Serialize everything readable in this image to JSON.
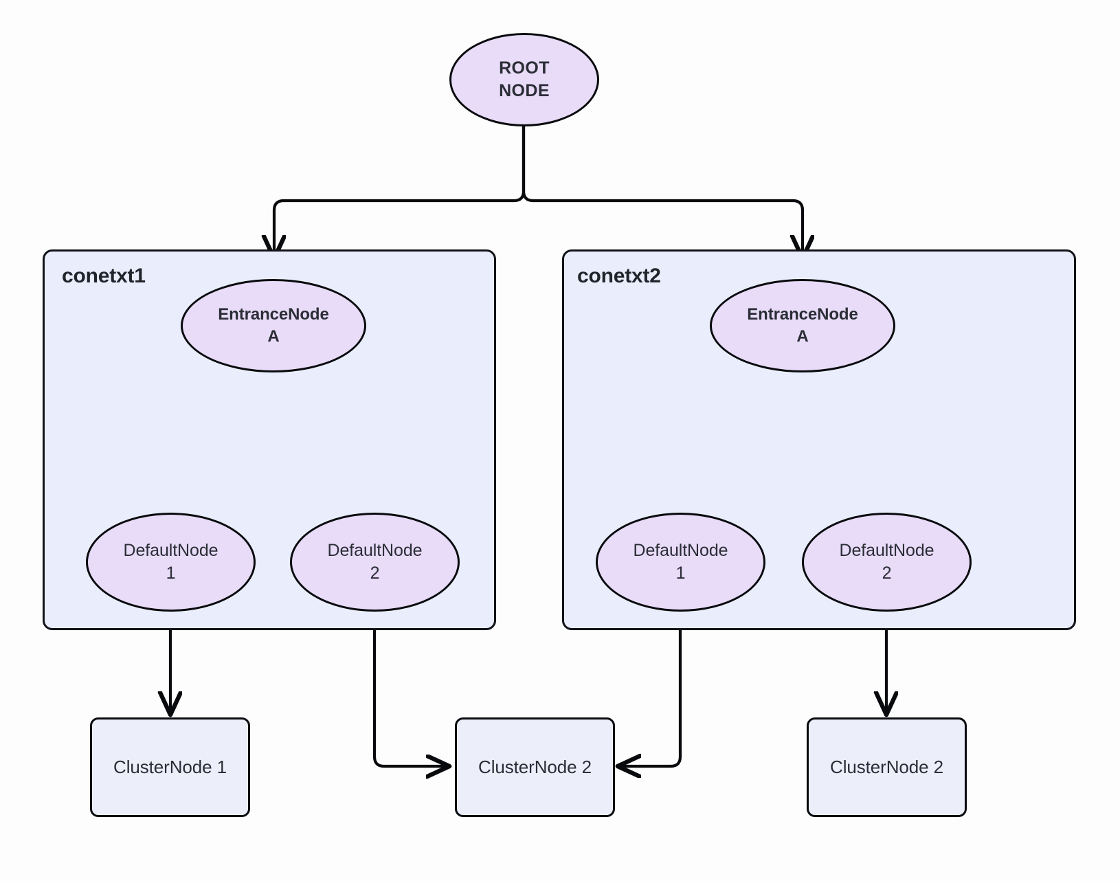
{
  "diagram": {
    "type": "flowchart",
    "direction": "top-down",
    "background_color": "#fdfdfd",
    "node_fill_ellipse": "#e8dcf8",
    "node_fill_rect": "#eceffa",
    "subgraph_fill": "#eaeefc",
    "stroke_color": "#090a0d",
    "text_color": "#2b2d36"
  },
  "root": {
    "id": "root-node",
    "line1": "ROOT",
    "line2": "NODE"
  },
  "subgraphs": [
    {
      "id": "conetxt1",
      "label": "conetxt1",
      "entrance": {
        "id": "entrance-node-a-1",
        "line1": "EntranceNode",
        "line2": "A"
      },
      "defaults": [
        {
          "id": "default-node-1-ctx1",
          "line1": "DefaultNode",
          "line2": "1"
        },
        {
          "id": "default-node-2-ctx1",
          "line1": "DefaultNode",
          "line2": "2"
        }
      ]
    },
    {
      "id": "conetxt2",
      "label": "conetxt2",
      "entrance": {
        "id": "entrance-node-a-2",
        "line1": "EntranceNode",
        "line2": "A"
      },
      "defaults": [
        {
          "id": "default-node-1-ctx2",
          "line1": "DefaultNode",
          "line2": "1"
        },
        {
          "id": "default-node-2-ctx2",
          "line1": "DefaultNode",
          "line2": "2"
        }
      ]
    }
  ],
  "clusters": [
    {
      "id": "cluster-node-1",
      "label": "ClusterNode 1"
    },
    {
      "id": "cluster-node-2-shared",
      "label": "ClusterNode 2"
    },
    {
      "id": "cluster-node-2-right",
      "label": "ClusterNode 2"
    }
  ],
  "edges": [
    {
      "from": "ROOT NODE",
      "to": "EntranceNode A (conetxt1)"
    },
    {
      "from": "ROOT NODE",
      "to": "EntranceNode A (conetxt2)"
    },
    {
      "from": "EntranceNode A (conetxt1)",
      "to": "DefaultNode 1 (conetxt1)"
    },
    {
      "from": "EntranceNode A (conetxt1)",
      "to": "DefaultNode 2 (conetxt1)"
    },
    {
      "from": "EntranceNode A (conetxt2)",
      "to": "DefaultNode 1 (conetxt2)"
    },
    {
      "from": "EntranceNode A (conetxt2)",
      "to": "DefaultNode 2 (conetxt2)"
    },
    {
      "from": "DefaultNode 1 (conetxt1)",
      "to": "ClusterNode 1"
    },
    {
      "from": "DefaultNode 2 (conetxt1)",
      "to": "ClusterNode 2 (shared)"
    },
    {
      "from": "DefaultNode 1 (conetxt2)",
      "to": "ClusterNode 2 (shared)"
    },
    {
      "from": "DefaultNode 2 (conetxt2)",
      "to": "ClusterNode 2 (right)"
    }
  ]
}
